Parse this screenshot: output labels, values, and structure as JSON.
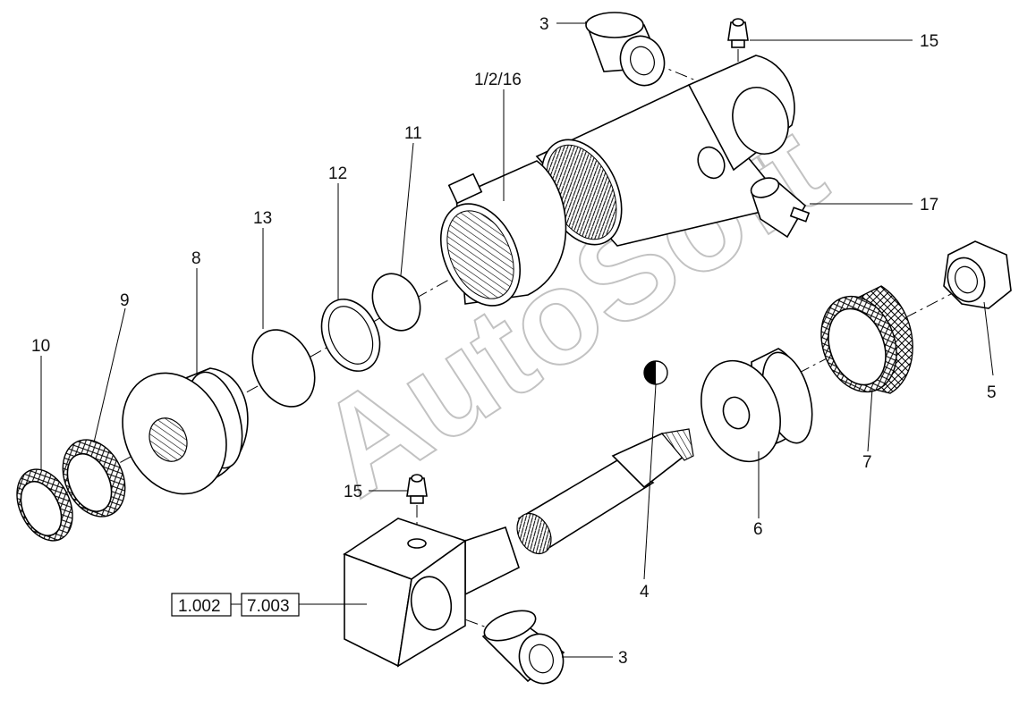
{
  "watermark": "AutoSoft",
  "callouts": {
    "c3_top": "3",
    "c15_top": "15",
    "c1_2_16": "1/2/16",
    "c11": "11",
    "c12": "12",
    "c13": "13",
    "c8": "8",
    "c9": "9",
    "c10": "10",
    "c17": "17",
    "c5": "5",
    "c7": "7",
    "c6": "6",
    "c4": "4",
    "c15_bottom": "15",
    "c3_bottom": "3"
  },
  "reference_boxes": {
    "ref_a": "1.002",
    "ref_b": "7.003"
  }
}
